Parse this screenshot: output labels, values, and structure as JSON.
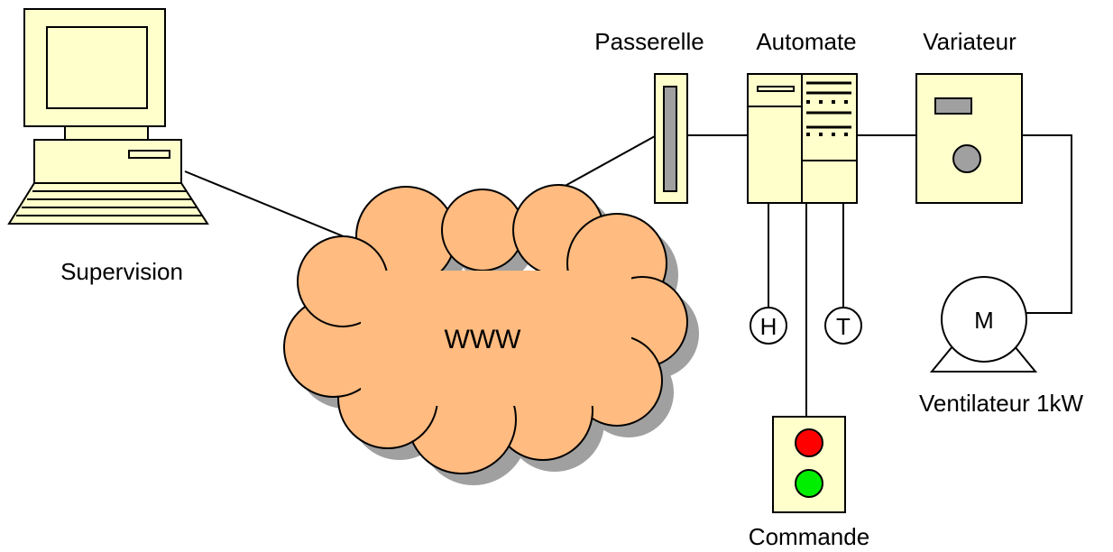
{
  "labels": {
    "supervision": "Supervision",
    "network": "WWW",
    "gateway": "Passerelle",
    "plc": "Automate",
    "drive": "Variateur",
    "fan": "Ventilateur 1kW",
    "control": "Commande",
    "humidity_sensor": "H",
    "temperature_sensor": "T",
    "motor": "M"
  },
  "colors": {
    "equipment_fill": "#ffffcc",
    "cloud_fill": "#ffbb80",
    "cloud_shadow": "#a0a0a0",
    "display_fill": "#a0a0a0",
    "stop_button": "#ff0000",
    "start_button": "#00ee00"
  }
}
